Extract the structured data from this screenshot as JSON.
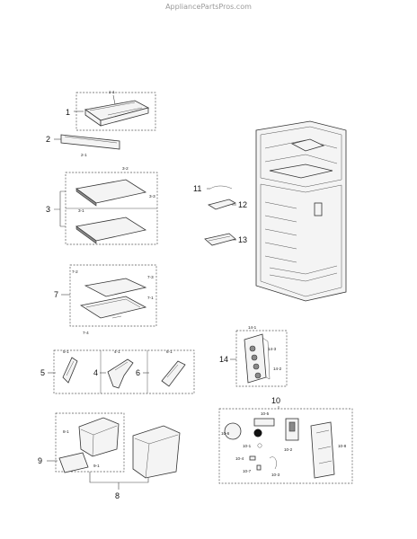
{
  "watermark": "AppliancePartsPros.com",
  "callouts": {
    "c1": "1",
    "c1_1": "1-1",
    "c2": "2",
    "c2_1": "2-1",
    "c3": "3",
    "c3_1": "3-1",
    "c3_2": "3-2",
    "c3_3": "3-3",
    "c4": "4",
    "c4_1": "4-1",
    "c5": "5",
    "c5_1": "5-1",
    "c6": "6",
    "c6_1": "6-1",
    "c7": "7",
    "c7_1": "7-1",
    "c7_2": "7-2",
    "c7_3": "7-3",
    "c7_4": "7-4",
    "c8": "8",
    "c9": "9",
    "c9_1": "9-1",
    "c8_1": "8-1",
    "c10": "10",
    "c10_1": "10-1",
    "c10_2": "10-2",
    "c10_3": "10-3",
    "c10_4": "10-4",
    "c10_5": "10-5",
    "c10_6": "10-6",
    "c10_7": "10-7",
    "c10_8": "10-8",
    "c11": "11",
    "c12": "12",
    "c13": "13",
    "c14": "14",
    "c14_1": "14-1",
    "c14_2": "14-2",
    "c14_3": "14-3"
  }
}
